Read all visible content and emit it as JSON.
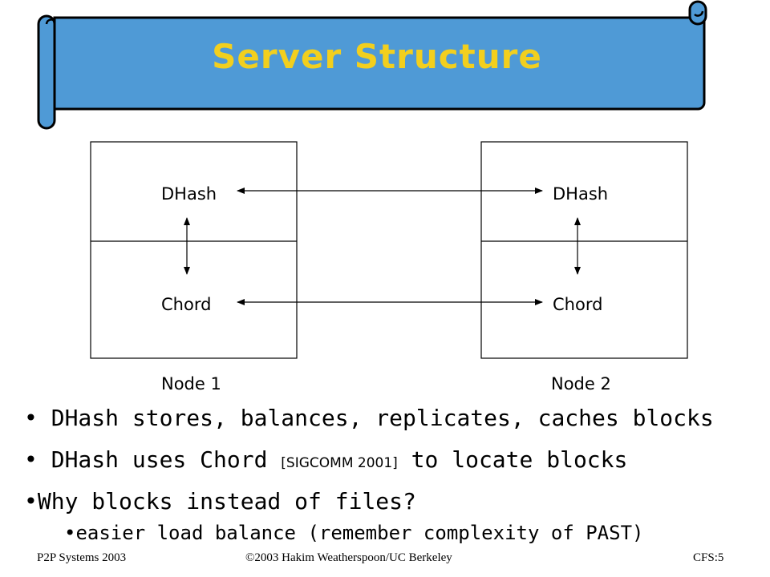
{
  "title": "Server Structure",
  "colors": {
    "banner_fill": "#4f9ad6",
    "title_text": "#f2cf1e",
    "outline": "#000000"
  },
  "diagram": {
    "node1": {
      "top_label": "DHash",
      "bottom_label": "Chord",
      "caption": "Node 1"
    },
    "node2": {
      "top_label": "DHash",
      "bottom_label": "Chord",
      "caption": "Node 2"
    }
  },
  "bullets": {
    "b1": "DHash stores, balances, replicates, caches blocks",
    "b2_before": "DHash uses Chord ",
    "b2_ref": "[SIGCOMM 2001]",
    "b2_after": " to locate blocks",
    "b3": "Why blocks instead of files?",
    "b4": "easier load balance (remember complexity of PAST)"
  },
  "footer": {
    "left": "P2P Systems 2003",
    "center": "©2003 Hakim Weatherspoon/UC Berkeley",
    "right": "CFS:5"
  }
}
